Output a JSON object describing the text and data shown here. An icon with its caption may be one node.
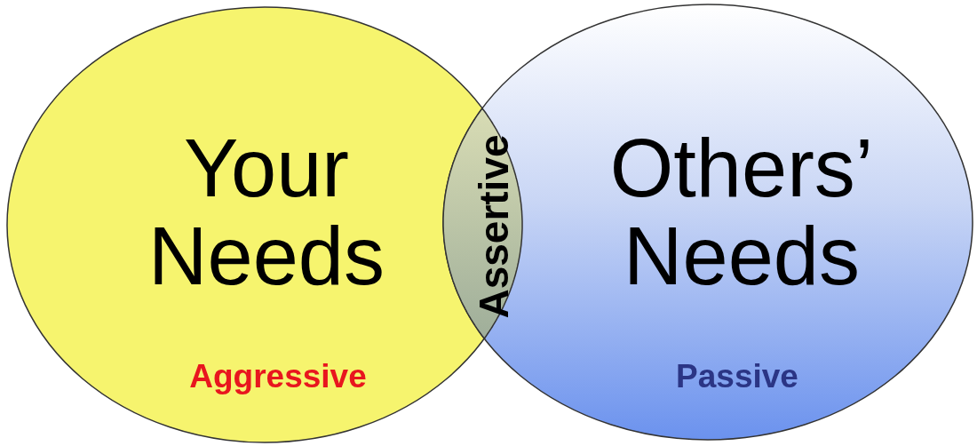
{
  "diagram": {
    "nodes": [
      {
        "text": [
          "Your Needs",
          "Aggressive"
        ]
      },
      {
        "text": [
          "Others’ Needs",
          "Passive"
        ]
      },
      {
        "text": [
          "Assertive"
        ]
      }
    ],
    "edges": []
  }
}
